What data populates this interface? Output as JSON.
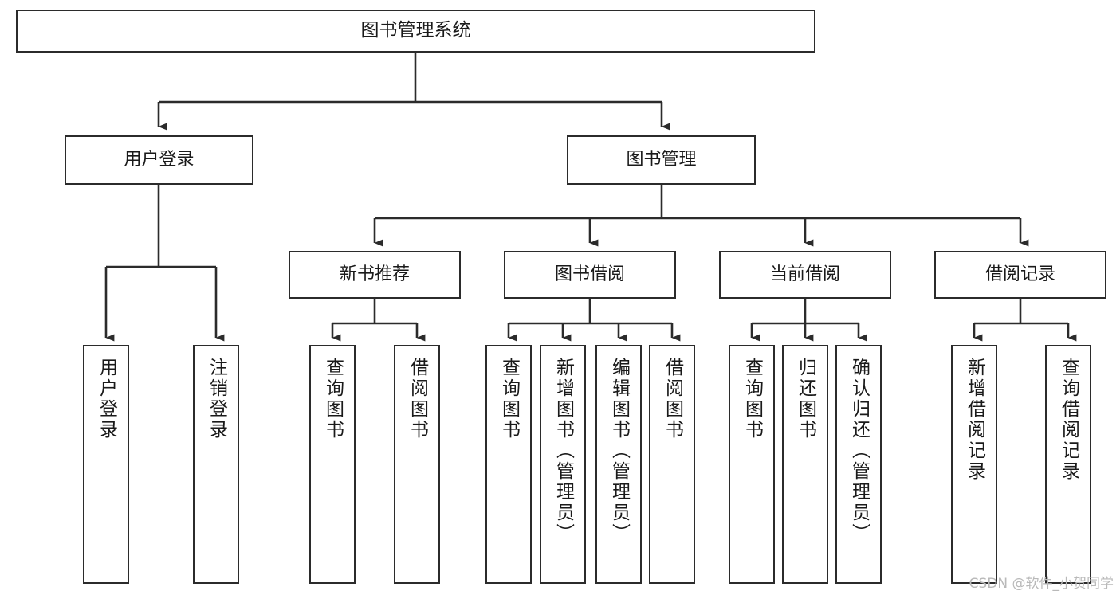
{
  "diagram": {
    "title": "图书管理系统",
    "type": "tree-hierarchy",
    "stroke_color": "#2b2b2b",
    "background_color": "#ffffff",
    "text_color": "#1a1a1a"
  },
  "root": {
    "label": "图书管理系统"
  },
  "level2": [
    {
      "label": "用户登录"
    },
    {
      "label": "图书管理"
    }
  ],
  "level3": [
    {
      "label": "新书推荐"
    },
    {
      "label": "图书借阅"
    },
    {
      "label": "当前借阅"
    },
    {
      "label": "借阅记录"
    }
  ],
  "leaves": {
    "user_login": [
      {
        "label": "用户登录"
      },
      {
        "label": "注销登录"
      }
    ],
    "new_book_recommend": [
      {
        "label": "查询图书"
      },
      {
        "label": "借阅图书"
      }
    ],
    "book_borrow": [
      {
        "label": "查询图书"
      },
      {
        "label": "新增图书（管理员）"
      },
      {
        "label": "编辑图书（管理员）"
      },
      {
        "label": "借阅图书"
      }
    ],
    "current_borrow": [
      {
        "label": "查询图书"
      },
      {
        "label": "归还图书"
      },
      {
        "label": "确认归还（管理员）"
      }
    ],
    "borrow_record": [
      {
        "label": "新增借阅记录"
      },
      {
        "label": "查询借阅记录"
      }
    ]
  },
  "watermark": {
    "text": "CSDN @软件_小贺同学"
  }
}
